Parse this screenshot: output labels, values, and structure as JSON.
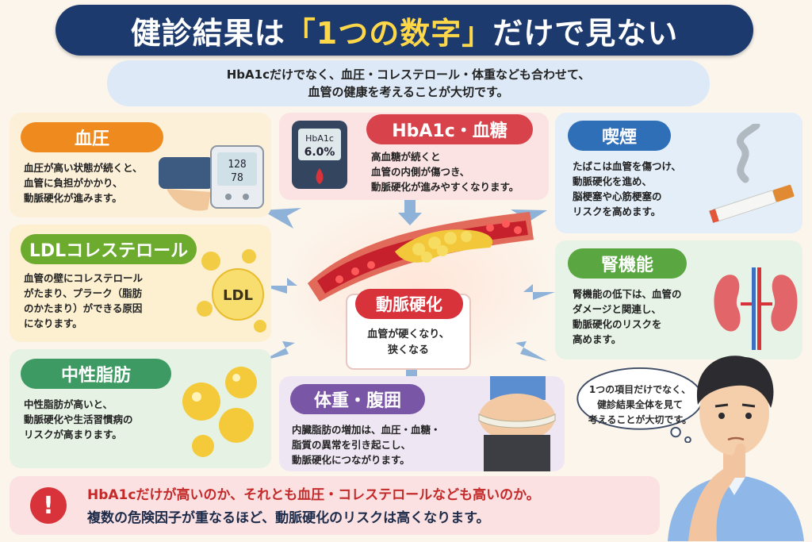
{
  "title": {
    "pre": "健診結果は",
    "highlight": "「1つの数字」",
    "post": "だけで見ない"
  },
  "subtitle": {
    "line1": "HbA1cだけでなく、血圧・コレステロール・体重なども合わせて、",
    "line2": "血管の健康を考えることが大切です。"
  },
  "cards": {
    "blood_pressure": {
      "label": "血圧",
      "lines": [
        "血圧が高い状態が続くと、",
        "血管に負担がかかり、",
        "動脈硬化が進みます。"
      ],
      "monitor_top": "128",
      "monitor_bottom": "78"
    },
    "ldl": {
      "label": "LDLコレステロール",
      "lines": [
        "血管の壁にコレステロール",
        "がたまり、プラーク（脂肪",
        "のかたまり）ができる原因",
        "になります。"
      ],
      "ball_label": "LDL"
    },
    "triglyceride": {
      "label": "中性脂肪",
      "lines": [
        "中性脂肪が高いと、",
        "動脈硬化や生活習慣病の",
        "リスクが高まります。"
      ]
    },
    "hba1c": {
      "label": "HbA1c・血糖",
      "lines": [
        "高血糖が続くと",
        "血管の内側が傷つき、",
        "動脈硬化が進みやすくなります。"
      ],
      "meter_line1": "HbA1c",
      "meter_line2": "6.0%"
    },
    "smoking": {
      "label": "喫煙",
      "lines": [
        "たばこは血管を傷つけ、",
        "動脈硬化を進め、",
        "脳梗塞や心筋梗塞の",
        "リスクを高めます。"
      ]
    },
    "kidney": {
      "label": "腎機能",
      "lines": [
        "腎機能の低下は、血管の",
        "ダメージと関連し、",
        "動脈硬化のリスクを",
        "高めます。"
      ]
    },
    "weight": {
      "label": "体重・腹囲",
      "lines": [
        "内臓脂肪の増加は、血圧・血糖・",
        "脂質の異常を引き起こし、",
        "動脈硬化につながります。"
      ]
    }
  },
  "center": {
    "label": "動脈硬化",
    "lines": [
      "血管が硬くなり、",
      "狭くなる"
    ]
  },
  "thought": {
    "lines": [
      "1つの項目だけでなく、",
      "健診結果全体を見て",
      "考えることが大切です。"
    ]
  },
  "alert": {
    "icon": "!",
    "line1": "HbA1cだけが高いのか、それとも血圧・コレステロールなども高いのか。",
    "line2": "複数の危険因子が重なるほど、動脈硬化のリスクは高くなります。"
  },
  "colors": {
    "title_bg": "#1d3a6e",
    "title_highlight": "#ffd84a",
    "bp_pill": "#ef8a1f",
    "ldl_pill": "#6cab2e",
    "tg_pill": "#3e9a63",
    "hba1c_pill": "#d8424b",
    "smoke_pill": "#2f6fb8",
    "kidney_pill": "#5aa640",
    "weight_pill": "#7a56a6",
    "center_pill": "#d8333a",
    "alert_red": "#c52a2a"
  },
  "icons": {
    "bp": "blood-pressure-monitor-icon",
    "ldl": "cholesterol-particles-icon",
    "tg": "fat-droplets-icon",
    "hba1c": "glucose-meter-icon",
    "smoke": "cigarette-icon",
    "kidney": "kidneys-icon",
    "weight": "waist-measuring-tape-icon",
    "artery": "artery-plaque-icon",
    "person": "thinking-man-icon",
    "alert": "exclamation-icon"
  }
}
